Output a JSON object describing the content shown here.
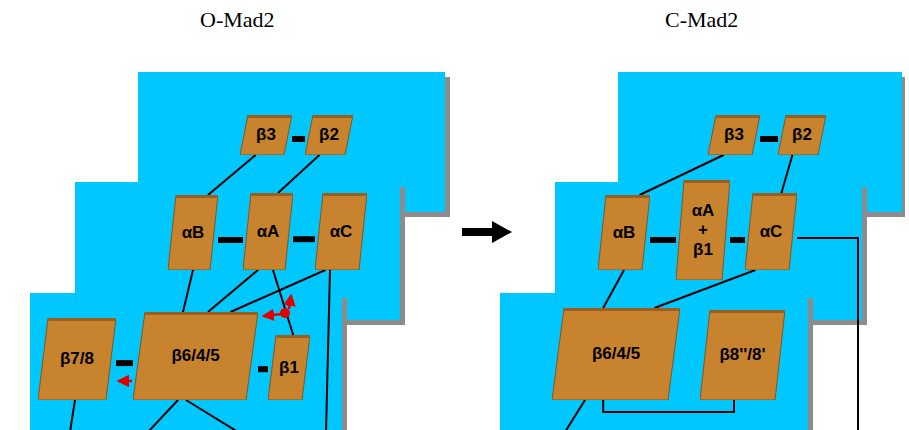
{
  "diagram": {
    "nodes": [
      {
        "text": [
          "β3"
        ]
      },
      {
        "text": [
          "β2"
        ]
      },
      {
        "text": [
          "αB"
        ]
      },
      {
        "text": [
          "αA"
        ]
      },
      {
        "text": [
          "αC"
        ]
      },
      {
        "text": [
          "β7/8"
        ]
      },
      {
        "text": [
          "β6/4/5"
        ]
      },
      {
        "text": [
          "β1"
        ]
      },
      {
        "text": [
          "β3"
        ]
      },
      {
        "text": [
          "β2"
        ]
      },
      {
        "text": [
          "αB"
        ]
      },
      {
        "text": [
          "αA + β1"
        ]
      },
      {
        "text": [
          "αC"
        ]
      },
      {
        "text": [
          "β6/4/5"
        ]
      },
      {
        "text": [
          "β8''/8'"
        ]
      }
    ],
    "edges": [
      {
        "from": 0,
        "to": 1,
        "arrow": "none"
      },
      {
        "from": 0,
        "to": 2,
        "arrow": "none"
      },
      {
        "from": 1,
        "to": 3,
        "arrow": "none"
      },
      {
        "from": 2,
        "to": 3,
        "arrow": "none"
      },
      {
        "from": 3,
        "to": 4,
        "arrow": "none"
      },
      {
        "from": 2,
        "to": 6,
        "arrow": "none"
      },
      {
        "from": 3,
        "to": 6,
        "arrow": "none"
      },
      {
        "from": 3,
        "to": 7,
        "arrow": "none"
      },
      {
        "from": 4,
        "to": 6,
        "arrow": "none"
      },
      {
        "from": 5,
        "to": 6,
        "arrow": "none"
      },
      {
        "from": 6,
        "to": 7,
        "arrow": "none"
      },
      {
        "from": 8,
        "to": 9,
        "arrow": "none"
      },
      {
        "from": 8,
        "to": 10,
        "arrow": "none"
      },
      {
        "from": 9,
        "to": 12,
        "arrow": "none"
      },
      {
        "from": 10,
        "to": 11,
        "arrow": "none"
      },
      {
        "from": 11,
        "to": 12,
        "arrow": "none"
      },
      {
        "from": 10,
        "to": 13,
        "arrow": "none"
      },
      {
        "from": 12,
        "to": 13,
        "arrow": "none"
      },
      {
        "from": 13,
        "to": 14,
        "arrow": "none"
      }
    ],
    "labels": [
      "O-Mad2",
      "C-Mad2"
    ]
  }
}
